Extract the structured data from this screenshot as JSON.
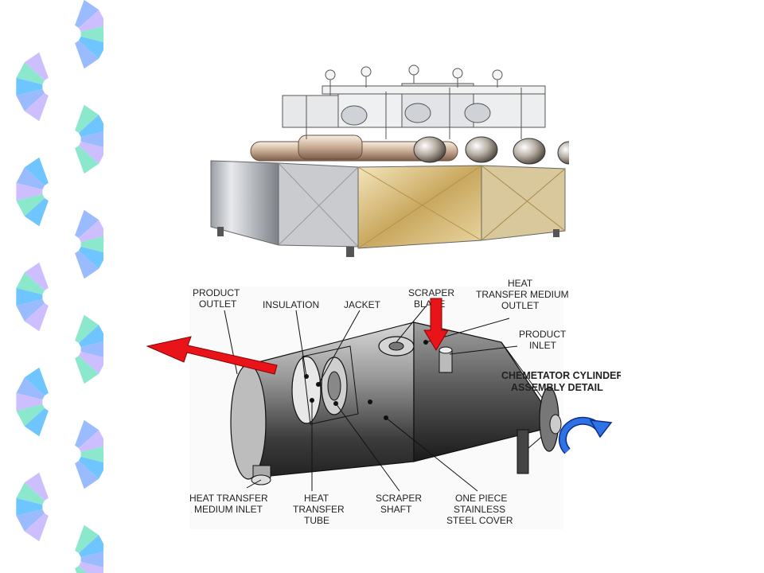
{
  "decoration": {
    "name": "ribbon-spiral",
    "colors": [
      "#8fb5ff",
      "#c8b8ff",
      "#7fe6c8",
      "#5fbfff"
    ]
  },
  "photo": {
    "subject": "industrial-scraped-surface-heat-exchanger-unit"
  },
  "labels": {
    "product_outlet_1": "PRODUCT",
    "product_outlet_2": "OUTLET",
    "insulation": "INSULATION",
    "jacket": "JACKET",
    "scraper_blade_1": "SCRAPER",
    "scraper_blade_2": "BLADE",
    "htm_outlet_1": "HEAT",
    "htm_outlet_2": "TRANSFER MEDIUM",
    "htm_outlet_3": "OUTLET",
    "product_inlet_1": "PRODUCT",
    "product_inlet_2": "INLET",
    "chemetator_1": "CHEMETATOR CYLINDER",
    "chemetator_2": "ASSEMBLY DETAIL",
    "htm_inlet_1": "HEAT TRANSFER",
    "htm_inlet_2": "MEDIUM INLET",
    "htt_1": "HEAT",
    "htt_2": "TRANSFER",
    "htt_3": "TUBE",
    "scraper_shaft_1": "SCRAPER",
    "scraper_shaft_2": "SHAFT",
    "cover_1": "ONE PIECE",
    "cover_2": "STAINLESS",
    "cover_3": "STEEL COVER"
  },
  "arrows": {
    "outlet_arrow_color": "#e8141a",
    "inlet_arrow_color": "#e8141a",
    "rotation_arrow_color": "#1f5fd6"
  }
}
